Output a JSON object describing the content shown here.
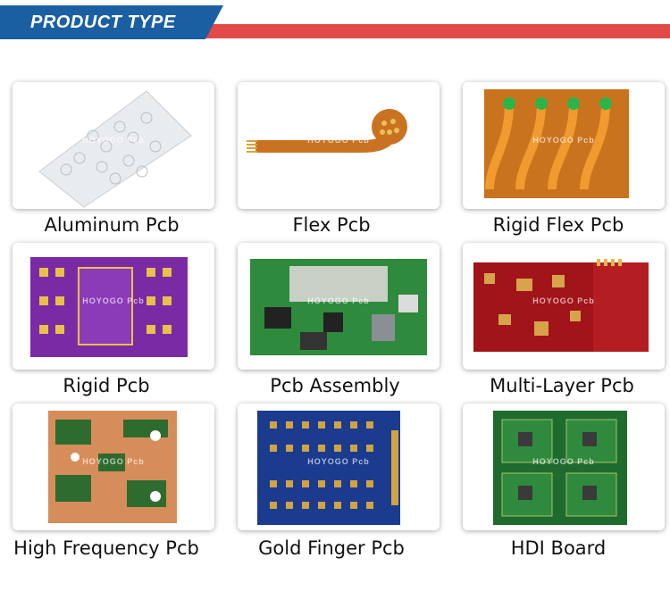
{
  "header": {
    "title": "PRODUCT TYPE"
  },
  "watermark": "HOYOGO Pcb",
  "products": [
    {
      "label": "Aluminum Pcb"
    },
    {
      "label": "Flex Pcb"
    },
    {
      "label": "Rigid Flex Pcb"
    },
    {
      "label": "Rigid Pcb"
    },
    {
      "label": "Pcb Assembly"
    },
    {
      "label": "Multi-Layer Pcb"
    },
    {
      "label": "High Frequency Pcb"
    },
    {
      "label": "Gold Finger Pcb"
    },
    {
      "label": "HDI Board"
    }
  ],
  "colors": {
    "banner_blue": "#1b5fa3",
    "banner_red": "#e24a4a"
  }
}
